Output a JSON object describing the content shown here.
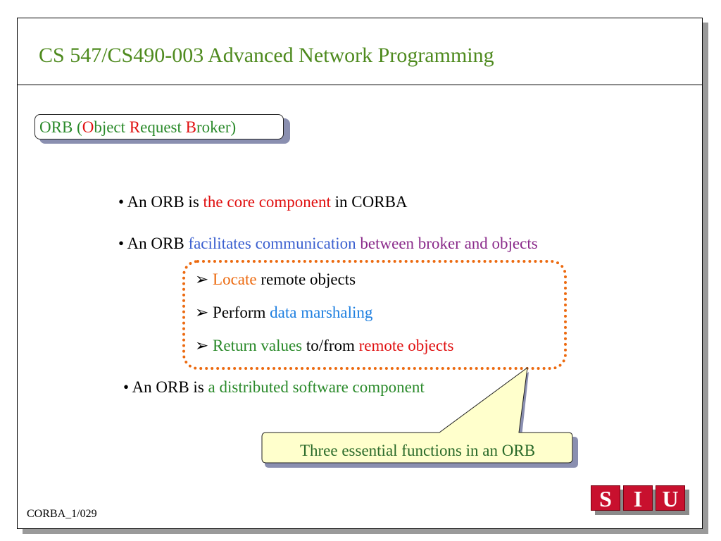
{
  "header": {
    "title": "CS 547/CS490-003 Advanced Network Programming"
  },
  "section_label": {
    "p1": "ORB (",
    "o": "O",
    "p2": "bject ",
    "r": "R",
    "p3": "equest ",
    "b": "B",
    "p4": "roker)"
  },
  "bullets": {
    "b1": {
      "prefix": "• An ORB is ",
      "hl": "the core component",
      "suffix": " in CORBA"
    },
    "b2": {
      "prefix": "• An ORB ",
      "hl1": "facilitates communication",
      "hl2": " between broker and objects"
    },
    "b3": {
      "prefix": "• An ORB is ",
      "hl": "a distributed software component"
    }
  },
  "subitems": {
    "arrow": "➢",
    "s1": {
      "hl": "Locate",
      "rest": " remote objects"
    },
    "s2": {
      "pre": "Perform ",
      "hl": "data marshaling"
    },
    "s3": {
      "hl1": "Return values",
      "mid": " to/from ",
      "hl2": "remote objects"
    }
  },
  "callout": {
    "text": "Three essential functions in an ORB"
  },
  "footer": {
    "slide_id": "CORBA_1/029"
  },
  "logo": {
    "letters": [
      "S",
      "I",
      "U"
    ]
  },
  "colors": {
    "title_green": "#4e8a1e",
    "highlight_red": "#e01010",
    "highlight_green": "#2a8a2a",
    "highlight_blue": "#3a5fcf",
    "highlight_purple": "#8a2a8a",
    "highlight_orange": "#ec6a10",
    "logo_red": "#c8102e",
    "callout_fill": "#ffffcc"
  }
}
